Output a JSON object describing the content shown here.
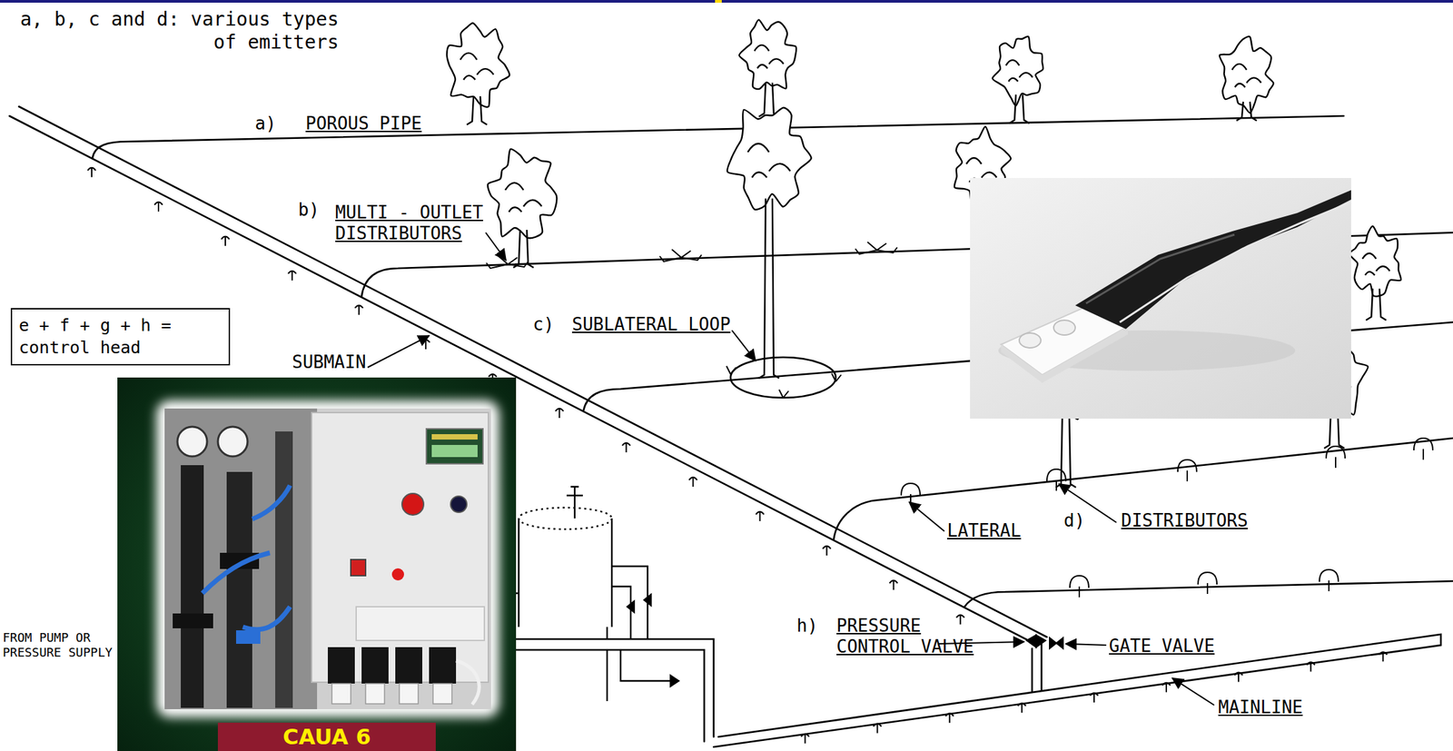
{
  "diagram": {
    "nodes": [
      {
        "text": [
          "e + f + g + h = control head"
        ]
      },
      {
        "text": [
          "CAUA 6"
        ]
      }
    ],
    "labels": [
      "a, b, c and d: various types of emitters",
      "a)",
      "POROUS PIPE",
      "b)",
      "MULTI - OUTLET DISTRIBUTORS",
      "c)",
      "SUBLATERAL LOOP",
      "SUBMAIN",
      "LATERAL",
      "d)",
      "DISTRIBUTORS",
      "h)",
      "PRESSURE CONTROL VALVE",
      "GATE VALVE",
      "MAINLINE",
      "FROM PUMP OR PRESSURE SUPPLY"
    ]
  }
}
